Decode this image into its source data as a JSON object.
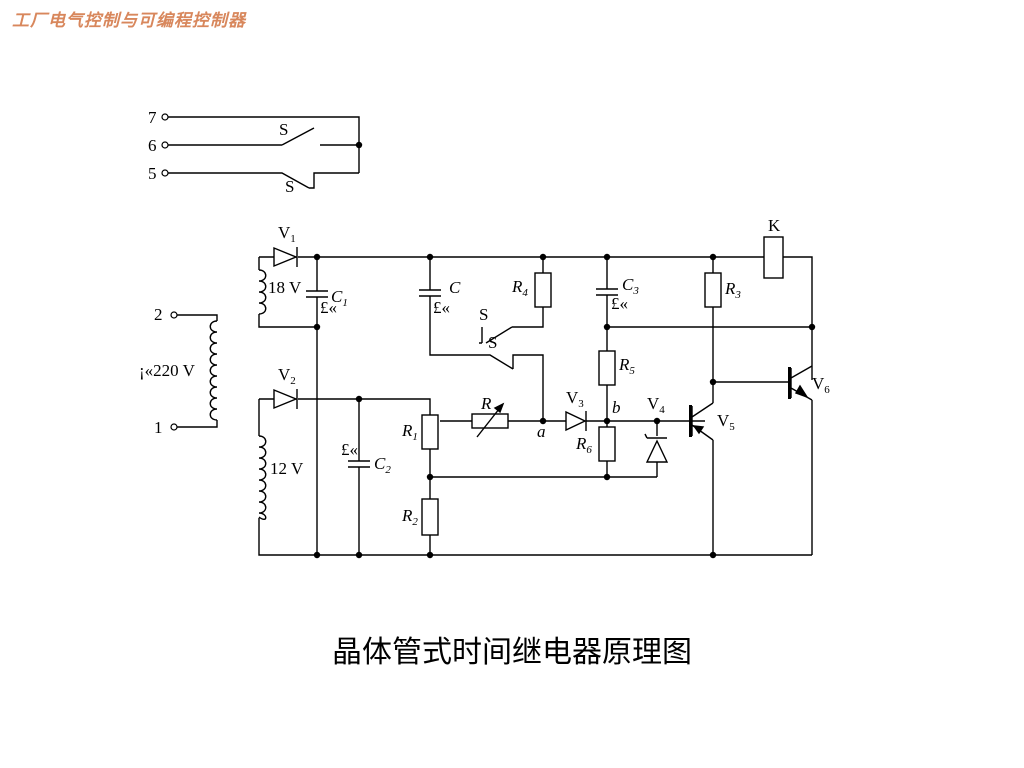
{
  "header": {
    "title": "工厂电气控制与可编程控制器"
  },
  "caption": "晶体管式时间继电器原理图",
  "terminals": {
    "t7": "7",
    "t6": "6",
    "t5": "5",
    "t2": "2",
    "t1": "1"
  },
  "labels": {
    "switch_s": "S",
    "supply_voltage": "¡«220 V",
    "v18": "18 V",
    "v12": "12 V",
    "cap_mark": "£«",
    "relay_k": "K",
    "node_a": "a",
    "node_b": "b"
  },
  "components": {
    "V1": {
      "main": "V",
      "sub": "1"
    },
    "V2": {
      "main": "V",
      "sub": "2"
    },
    "V3": {
      "main": "V",
      "sub": "3"
    },
    "V4": {
      "main": "V",
      "sub": "4"
    },
    "V5": {
      "main": "V",
      "sub": "5"
    },
    "V6": {
      "main": "V",
      "sub": "6"
    },
    "C": {
      "main": "C"
    },
    "C1": {
      "main": "C",
      "sub": "1"
    },
    "C2": {
      "main": "C",
      "sub": "2"
    },
    "C3": {
      "main": "C",
      "sub": "3"
    },
    "R": {
      "main": "R"
    },
    "R1": {
      "main": "R",
      "sub": "1"
    },
    "R2": {
      "main": "R",
      "sub": "2"
    },
    "R3": {
      "main": "R",
      "sub": "3"
    },
    "R4": {
      "main": "R",
      "sub": "4"
    },
    "R5": {
      "main": "R",
      "sub": "5"
    },
    "R6": {
      "main": "R",
      "sub": "6"
    }
  }
}
